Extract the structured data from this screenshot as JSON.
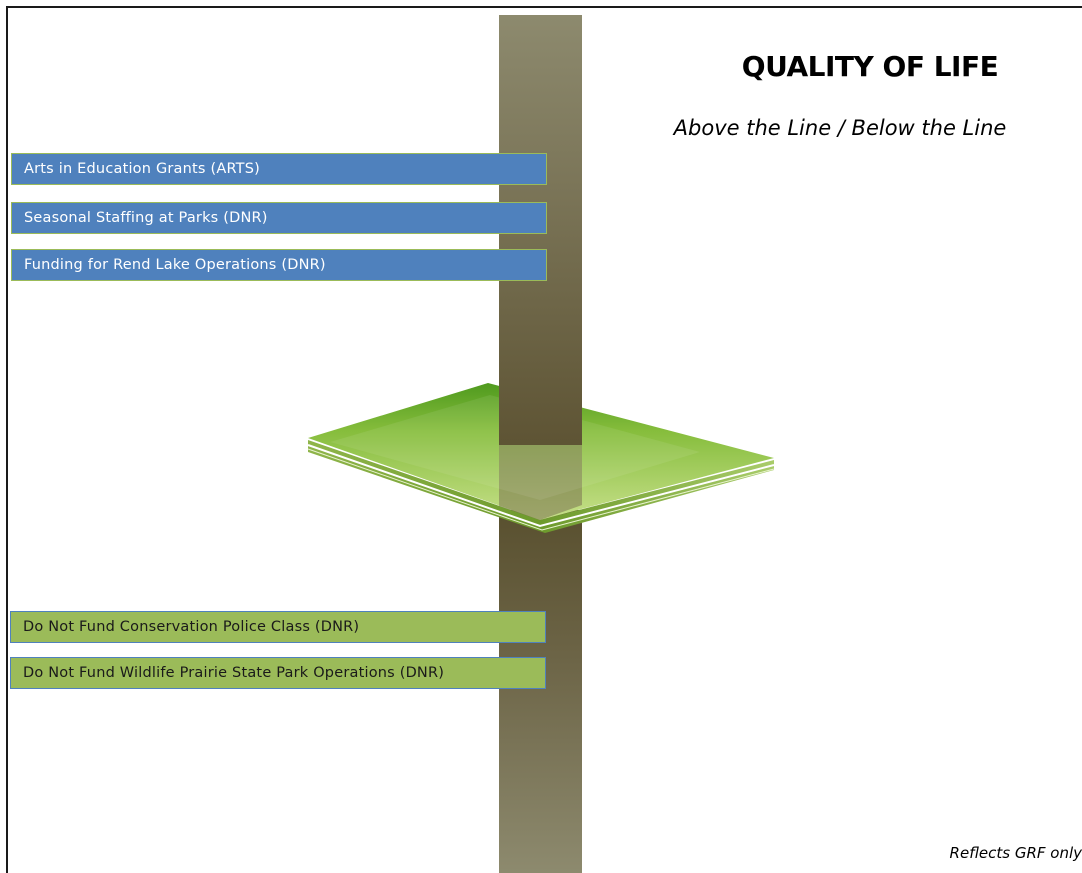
{
  "header": {
    "title": "QUALITY OF LIFE",
    "subtitle": "Above the Line / Below the Line"
  },
  "above_line": [
    {
      "label": "Arts in Education Grants (ARTS)"
    },
    {
      "label": "Seasonal Staffing at Parks (DNR)"
    },
    {
      "label": "Funding for Rend Lake Operations (DNR)"
    }
  ],
  "below_line": [
    {
      "label": "Do Not Fund Conservation Police Class (DNR)"
    },
    {
      "label": "Do Not Fund Wildlife Prairie State Park Operations (DNR)"
    }
  ],
  "footer": {
    "note": "Reflects GRF only"
  },
  "colors": {
    "above_box": "#4f81bd",
    "below_box": "#9bbb59",
    "platform": "#8dc341",
    "pole": "#7b7558"
  }
}
